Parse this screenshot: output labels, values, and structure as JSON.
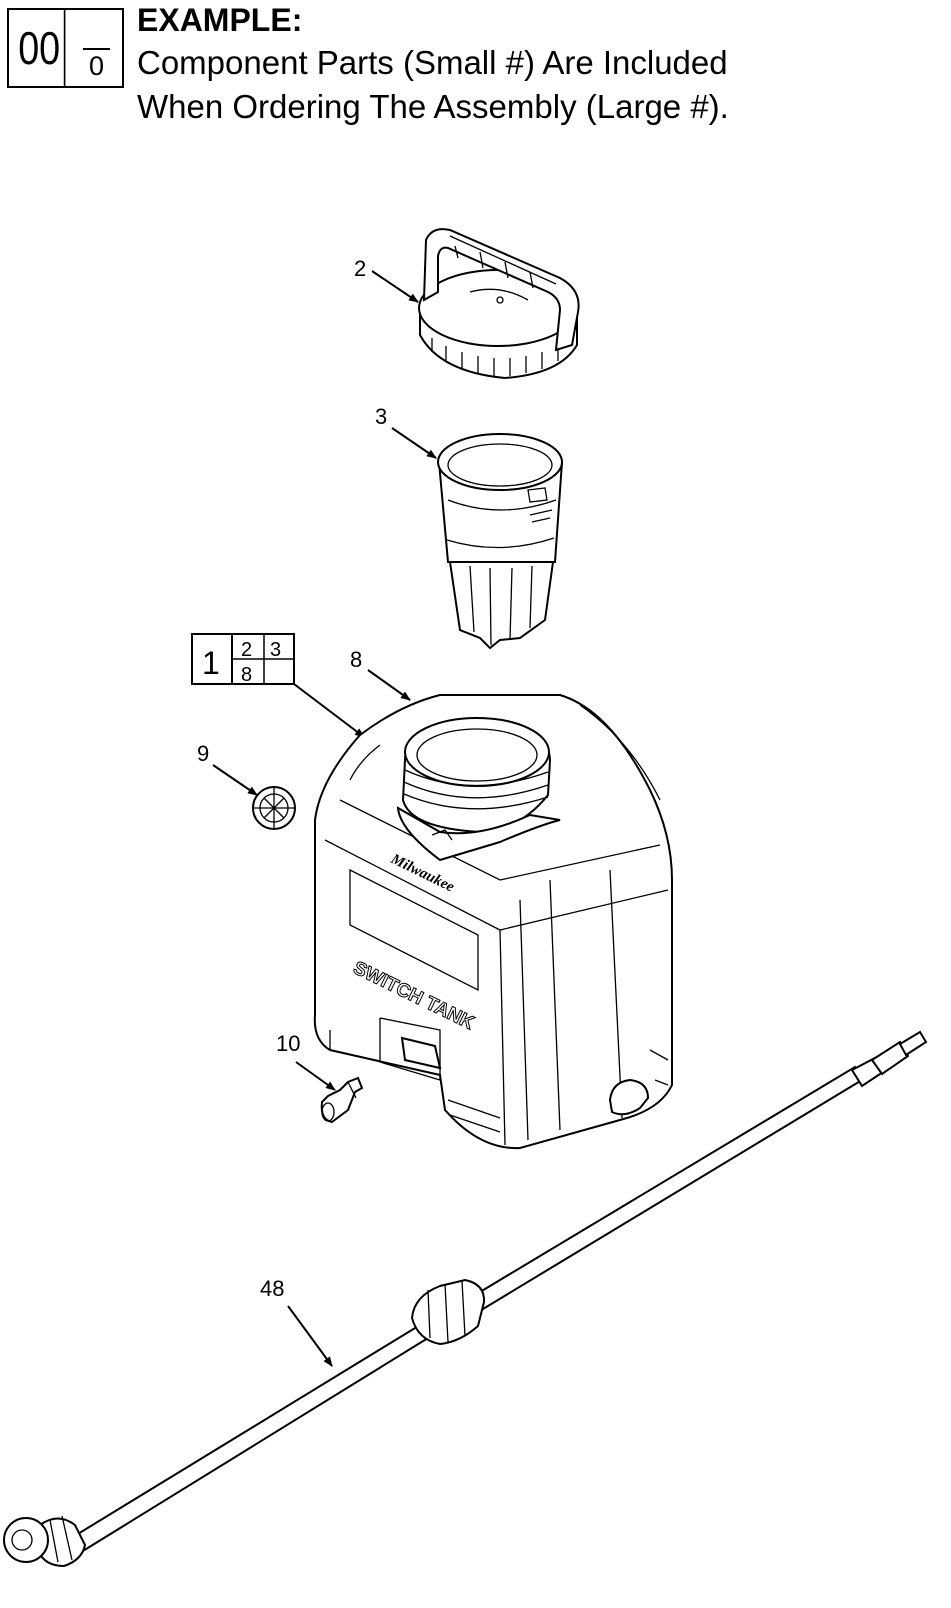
{
  "legend": {
    "assembly_number": "00",
    "component_number": "0",
    "heading": "EXAMPLE:",
    "line1": "Component Parts (Small #) Are Included",
    "line2": "When Ordering  The Assembly (Large #)."
  },
  "assembly_box": {
    "main": "1",
    "components": [
      "2",
      "3",
      "8"
    ]
  },
  "callouts": {
    "cap": "2",
    "strainer": "3",
    "tank": "8",
    "plug": "9",
    "fitting": "10",
    "wand": "48"
  },
  "tank_text": {
    "brand": "Milwaukee",
    "model": "SWITCH TANK"
  }
}
